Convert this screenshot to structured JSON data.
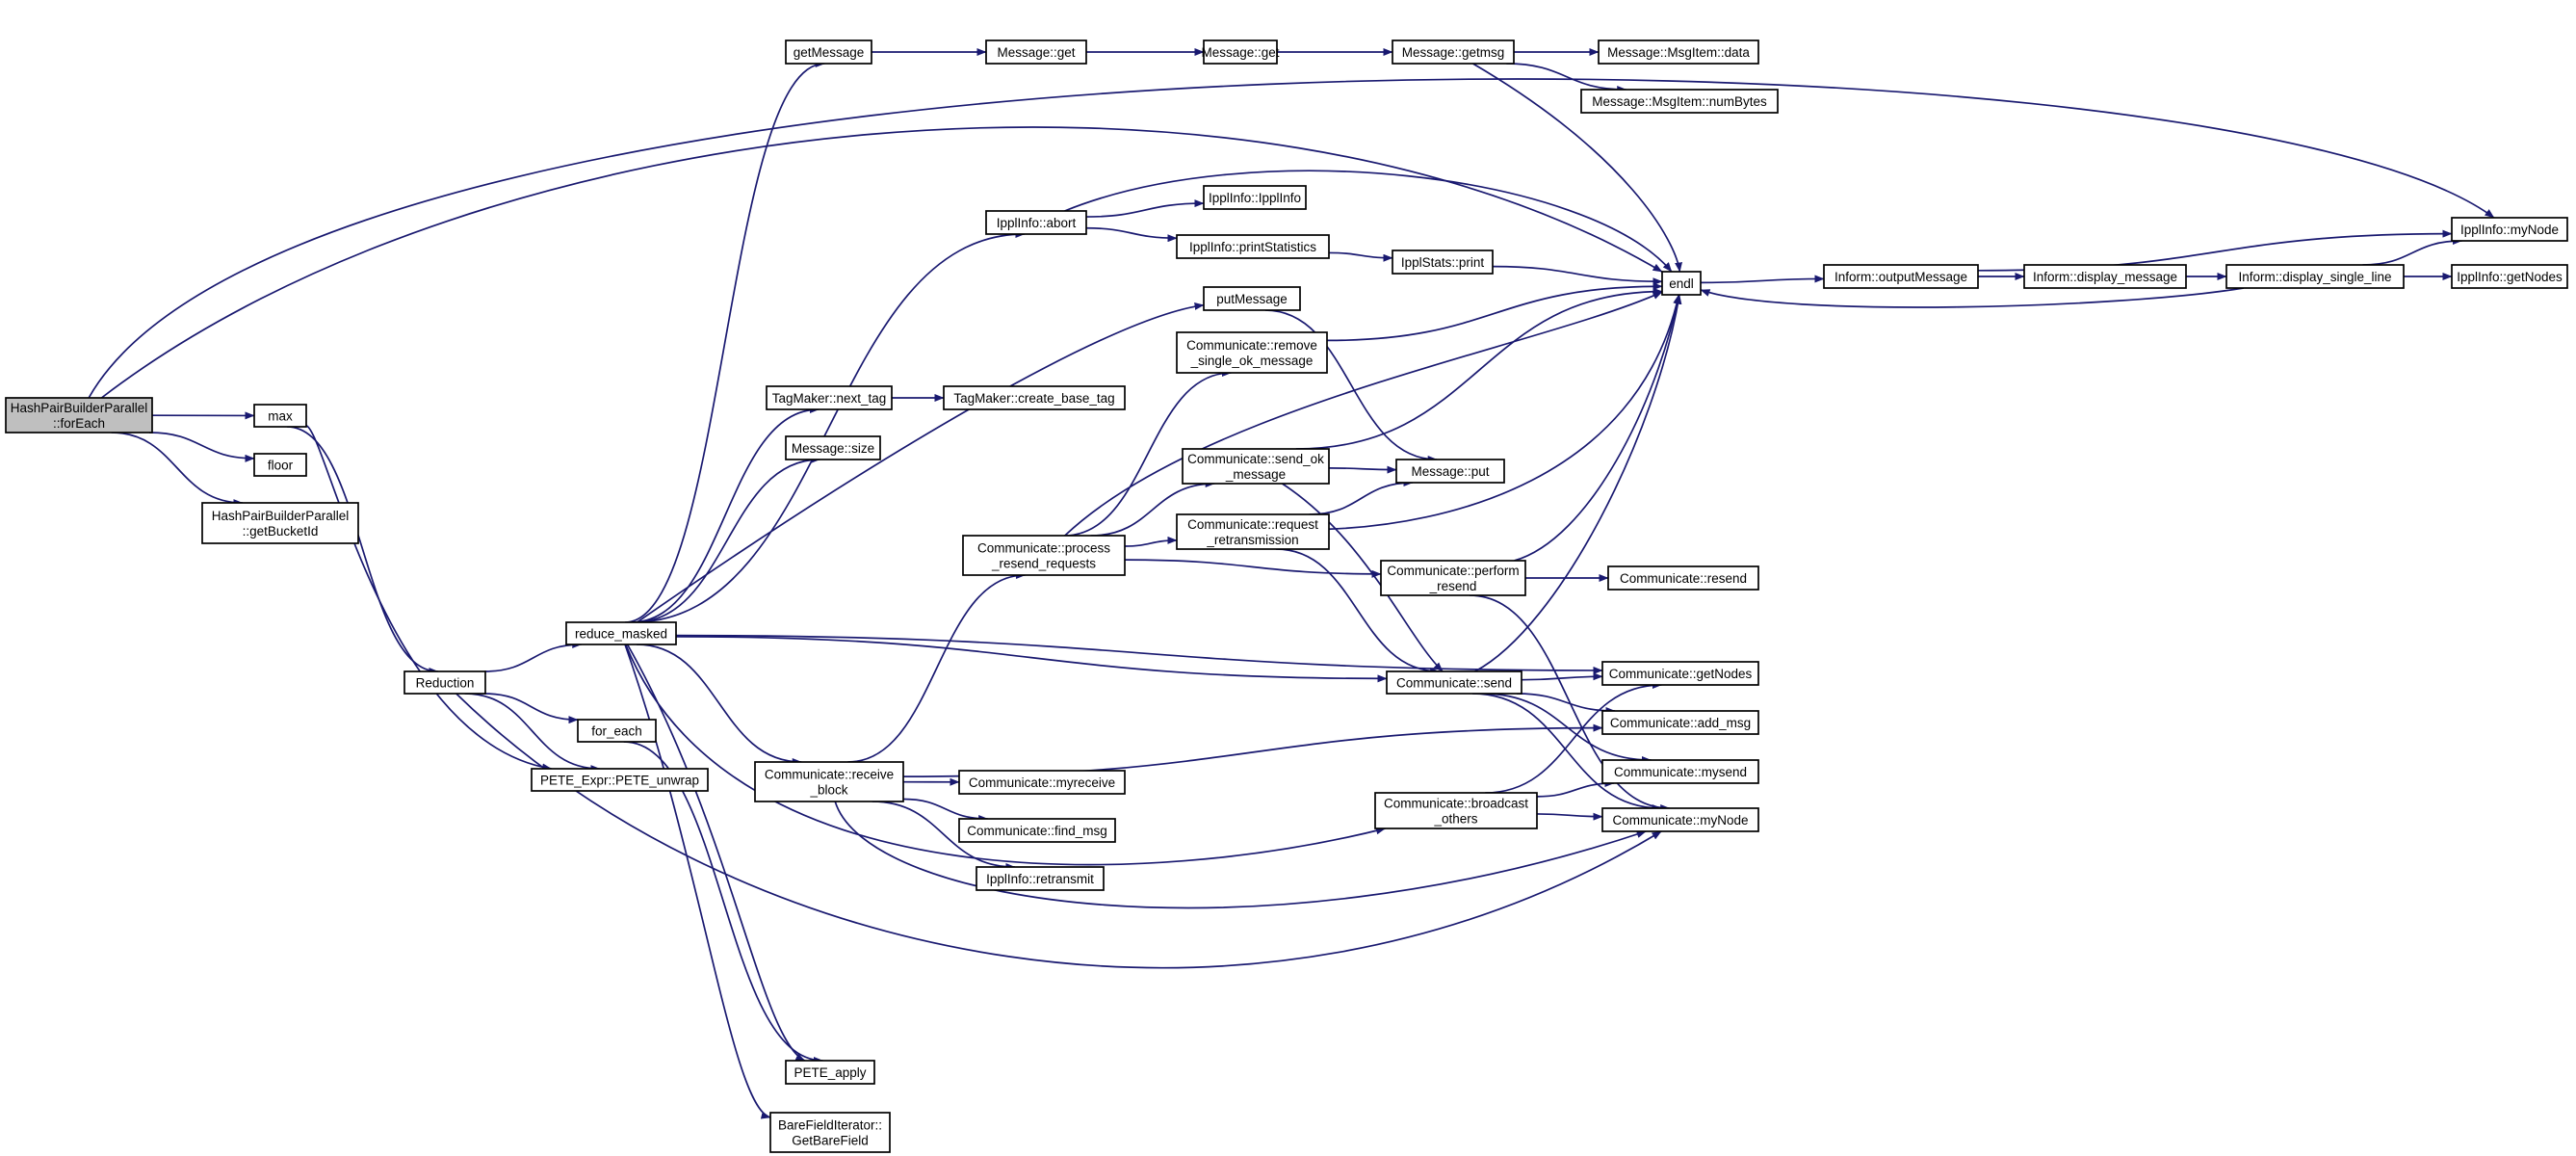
{
  "diagram": {
    "type": "call-graph",
    "colors": {
      "edge": "#191970",
      "node_border": "#000000",
      "node_fill": "#ffffff",
      "root_fill": "#bfbfbf"
    },
    "nodes": [
      {
        "id": "root",
        "lines": [
          "HashPairBuilderParallel",
          "::forEach"
        ],
        "root": true
      },
      {
        "id": "max",
        "lines": [
          "max"
        ]
      },
      {
        "id": "floor",
        "lines": [
          "floor"
        ]
      },
      {
        "id": "getBucketId",
        "lines": [
          "HashPairBuilderParallel",
          "::getBucketId"
        ]
      },
      {
        "id": "Reduction",
        "lines": [
          "Reduction"
        ]
      },
      {
        "id": "PETE_unwrap",
        "lines": [
          "PETE_Expr::PETE_unwrap"
        ]
      },
      {
        "id": "reduce_masked",
        "lines": [
          "reduce_masked"
        ]
      },
      {
        "id": "for_each",
        "lines": [
          "for_each"
        ]
      },
      {
        "id": "getMessage",
        "lines": [
          "getMessage"
        ]
      },
      {
        "id": "Message_get1",
        "lines": [
          "Message::get"
        ]
      },
      {
        "id": "Message_get2",
        "lines": [
          "Message::get"
        ]
      },
      {
        "id": "Message_getmsg",
        "lines": [
          "Message::getmsg"
        ]
      },
      {
        "id": "MsgItem_data",
        "lines": [
          "Message::MsgItem::data"
        ]
      },
      {
        "id": "MsgItem_numBytes",
        "lines": [
          "Message::MsgItem::numBytes"
        ]
      },
      {
        "id": "IpplInfo_abort",
        "lines": [
          "IpplInfo::abort"
        ]
      },
      {
        "id": "IpplInfo_IpplInfo",
        "lines": [
          "IpplInfo::IpplInfo"
        ]
      },
      {
        "id": "IpplInfo_printStatistics",
        "lines": [
          "IpplInfo::printStatistics"
        ]
      },
      {
        "id": "IpplStats_print",
        "lines": [
          "IpplStats::print"
        ]
      },
      {
        "id": "putMessage",
        "lines": [
          "putMessage"
        ]
      },
      {
        "id": "remove_single_ok",
        "lines": [
          "Communicate::remove",
          "_single_ok_message"
        ]
      },
      {
        "id": "next_tag",
        "lines": [
          "TagMaker::next_tag"
        ]
      },
      {
        "id": "create_base_tag",
        "lines": [
          "TagMaker::create_base_tag"
        ]
      },
      {
        "id": "Message_size",
        "lines": [
          "Message::size"
        ]
      },
      {
        "id": "send_ok",
        "lines": [
          "Communicate::send_ok",
          "_message"
        ]
      },
      {
        "id": "Message_put",
        "lines": [
          "Message::put"
        ]
      },
      {
        "id": "process_resend",
        "lines": [
          "Communicate::process",
          "_resend_requests"
        ]
      },
      {
        "id": "request_retrans",
        "lines": [
          "Communicate::request",
          "_retransmission"
        ]
      },
      {
        "id": "perform_resend",
        "lines": [
          "Communicate::perform",
          "_resend"
        ]
      },
      {
        "id": "Communicate_resend",
        "lines": [
          "Communicate::resend"
        ]
      },
      {
        "id": "endl",
        "lines": [
          "endl"
        ]
      },
      {
        "id": "outputMessage",
        "lines": [
          "Inform::outputMessage"
        ]
      },
      {
        "id": "display_message",
        "lines": [
          "Inform::display_message"
        ]
      },
      {
        "id": "display_single_line",
        "lines": [
          "Inform::display_single_line"
        ]
      },
      {
        "id": "IpplInfo_myNode",
        "lines": [
          "IpplInfo::myNode"
        ]
      },
      {
        "id": "IpplInfo_getNodes",
        "lines": [
          "IpplInfo::getNodes"
        ]
      },
      {
        "id": "Communicate_send",
        "lines": [
          "Communicate::send"
        ]
      },
      {
        "id": "Communicate_getNodes",
        "lines": [
          "Communicate::getNodes"
        ]
      },
      {
        "id": "add_msg",
        "lines": [
          "Communicate::add_msg"
        ]
      },
      {
        "id": "mysend",
        "lines": [
          "Communicate::mysend"
        ]
      },
      {
        "id": "Communicate_myNode",
        "lines": [
          "Communicate::myNode"
        ]
      },
      {
        "id": "receive_block",
        "lines": [
          "Communicate::receive",
          "_block"
        ]
      },
      {
        "id": "myreceive",
        "lines": [
          "Communicate::myreceive"
        ]
      },
      {
        "id": "find_msg",
        "lines": [
          "Communicate::find_msg"
        ]
      },
      {
        "id": "IpplInfo_retransmit",
        "lines": [
          "IpplInfo::retransmit"
        ]
      },
      {
        "id": "broadcast_others",
        "lines": [
          "Communicate::broadcast",
          "_others"
        ]
      },
      {
        "id": "PETE_apply",
        "lines": [
          "PETE_apply"
        ]
      },
      {
        "id": "GetBareField",
        "lines": [
          "BareFieldIterator::",
          "GetBareField"
        ]
      }
    ],
    "edges": [
      [
        "root",
        "max"
      ],
      [
        "root",
        "floor"
      ],
      [
        "root",
        "getBucketId"
      ],
      [
        "root",
        "endl"
      ],
      [
        "root",
        "IpplInfo_myNode"
      ],
      [
        "max",
        "Reduction"
      ],
      [
        "max",
        "PETE_unwrap"
      ],
      [
        "Reduction",
        "reduce_masked"
      ],
      [
        "Reduction",
        "for_each"
      ],
      [
        "Reduction",
        "PETE_unwrap"
      ],
      [
        "Reduction",
        "Communicate_myNode"
      ],
      [
        "reduce_masked",
        "getMessage"
      ],
      [
        "reduce_masked",
        "IpplInfo_abort"
      ],
      [
        "reduce_masked",
        "next_tag"
      ],
      [
        "reduce_masked",
        "Message_size"
      ],
      [
        "reduce_masked",
        "putMessage"
      ],
      [
        "reduce_masked",
        "receive_block"
      ],
      [
        "reduce_masked",
        "Communicate_send"
      ],
      [
        "reduce_masked",
        "Communicate_getNodes"
      ],
      [
        "reduce_masked",
        "broadcast_others"
      ],
      [
        "reduce_masked",
        "PETE_apply"
      ],
      [
        "reduce_masked",
        "GetBareField"
      ],
      [
        "for_each",
        "PETE_apply"
      ],
      [
        "getMessage",
        "Message_get1"
      ],
      [
        "Message_get1",
        "Message_get2"
      ],
      [
        "Message_get2",
        "Message_getmsg"
      ],
      [
        "Message_getmsg",
        "MsgItem_data"
      ],
      [
        "Message_getmsg",
        "MsgItem_numBytes"
      ],
      [
        "Message_getmsg",
        "endl"
      ],
      [
        "IpplInfo_abort",
        "IpplInfo_IpplInfo"
      ],
      [
        "IpplInfo_abort",
        "IpplInfo_printStatistics"
      ],
      [
        "IpplInfo_abort",
        "endl"
      ],
      [
        "IpplInfo_printStatistics",
        "IpplStats_print"
      ],
      [
        "IpplStats_print",
        "endl"
      ],
      [
        "putMessage",
        "Message_put"
      ],
      [
        "remove_single_ok",
        "endl"
      ],
      [
        "next_tag",
        "create_base_tag"
      ],
      [
        "process_resend",
        "remove_single_ok"
      ],
      [
        "process_resend",
        "send_ok"
      ],
      [
        "process_resend",
        "request_retrans"
      ],
      [
        "process_resend",
        "perform_resend"
      ],
      [
        "process_resend",
        "endl"
      ],
      [
        "send_ok",
        "Message_put"
      ],
      [
        "send_ok",
        "endl"
      ],
      [
        "send_ok",
        "Communicate_send"
      ],
      [
        "request_retrans",
        "Message_put"
      ],
      [
        "request_retrans",
        "endl"
      ],
      [
        "request_retrans",
        "Communicate_send"
      ],
      [
        "perform_resend",
        "Communicate_resend"
      ],
      [
        "perform_resend",
        "endl"
      ],
      [
        "perform_resend",
        "Communicate_myNode"
      ],
      [
        "endl",
        "outputMessage"
      ],
      [
        "outputMessage",
        "display_message"
      ],
      [
        "outputMessage",
        "IpplInfo_myNode"
      ],
      [
        "display_message",
        "display_single_line"
      ],
      [
        "display_single_line",
        "IpplInfo_myNode"
      ],
      [
        "display_single_line",
        "IpplInfo_getNodes"
      ],
      [
        "display_single_line",
        "endl"
      ],
      [
        "Communicate_send",
        "Communicate_getNodes"
      ],
      [
        "Communicate_send",
        "add_msg"
      ],
      [
        "Communicate_send",
        "mysend"
      ],
      [
        "Communicate_send",
        "Communicate_myNode"
      ],
      [
        "Communicate_send",
        "endl"
      ],
      [
        "receive_block",
        "process_resend"
      ],
      [
        "receive_block",
        "myreceive"
      ],
      [
        "receive_block",
        "find_msg"
      ],
      [
        "receive_block",
        "IpplInfo_retransmit"
      ],
      [
        "receive_block",
        "add_msg"
      ],
      [
        "receive_block",
        "Communicate_myNode"
      ],
      [
        "broadcast_others",
        "mysend"
      ],
      [
        "broadcast_others",
        "Communicate_myNode"
      ],
      [
        "broadcast_others",
        "Communicate_getNodes"
      ]
    ]
  }
}
